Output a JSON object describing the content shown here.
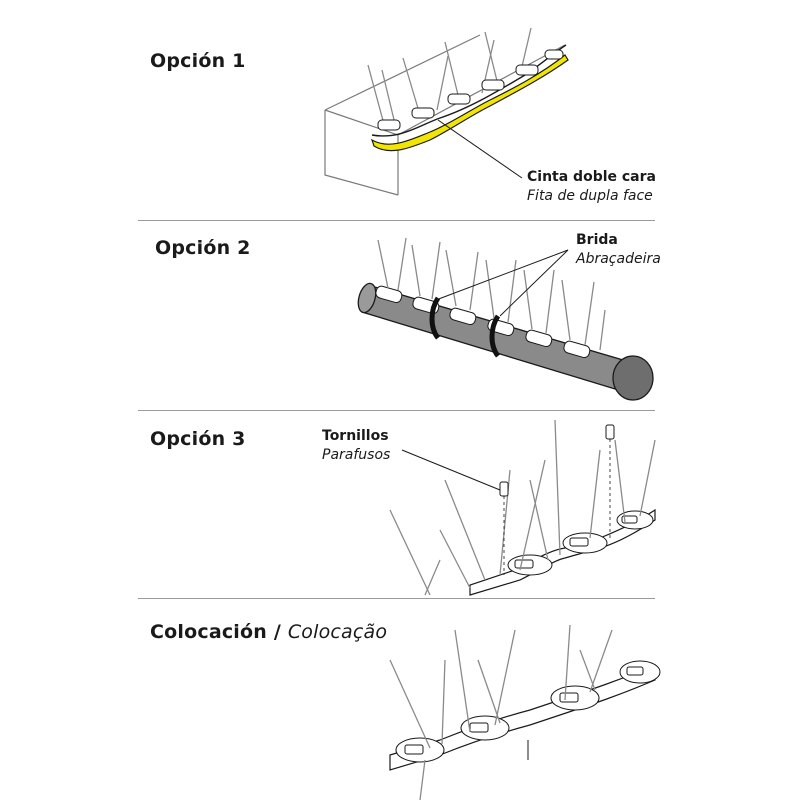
{
  "sections": [
    {
      "title": "Opción 1",
      "callout": {
        "es": "Cinta doble cara",
        "pt": "Fita de dupla face"
      }
    },
    {
      "title": "Opción 2",
      "callout": {
        "es": "Brida",
        "pt": "Abraçadeira"
      }
    },
    {
      "title": "Opción 3",
      "callout": {
        "es": "Tornillos",
        "pt": "Parafusos"
      }
    },
    {
      "title_es": "Colocación",
      "separator": "/",
      "title_pt": "Colocação"
    }
  ],
  "colors": {
    "tape": "#f2e600",
    "pipe": "#8a8a8a",
    "line": "#1a1a1a",
    "divider": "#9a9a9a"
  }
}
